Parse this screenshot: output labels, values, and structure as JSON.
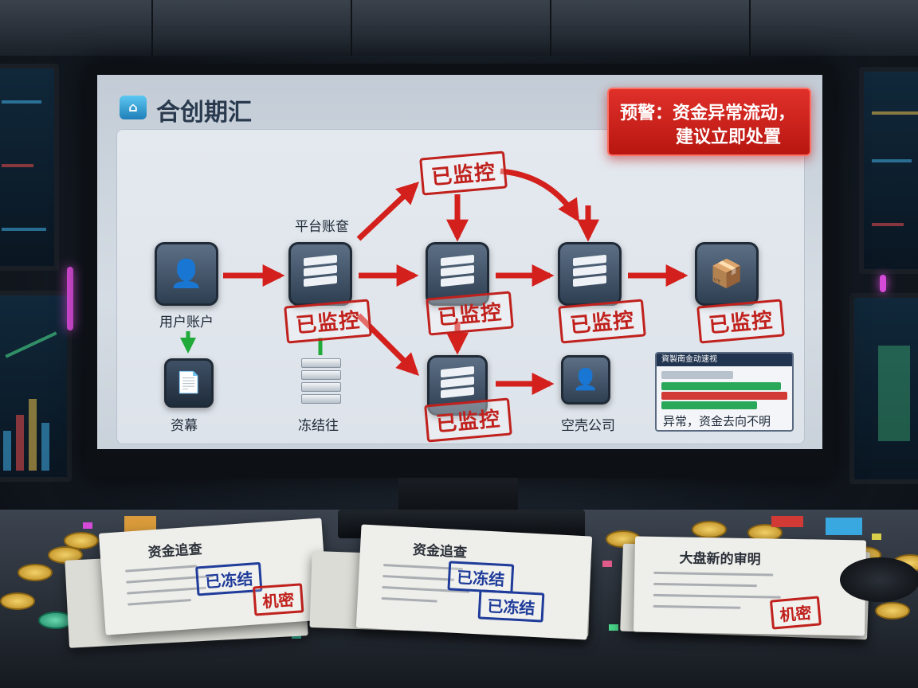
{
  "app": {
    "logo_glyph": "⌂",
    "title": "合创期汇"
  },
  "alert": {
    "line1": "预警：资金异常流动，",
    "line2": "建议立即处置",
    "color": "#d42219"
  },
  "flow": {
    "nodes": {
      "user_account": {
        "label": "用户账户",
        "icon": "user-icon"
      },
      "platform_account": {
        "label": "平台账奩",
        "icon": "server-stack-icon"
      },
      "assets_doc": {
        "label": "资幕",
        "icon": "document-icon"
      },
      "frozen": {
        "label": "冻结往",
        "icon": "stack-icon"
      },
      "shell_company": {
        "label": "空壳公司",
        "icon": "user-icon"
      }
    },
    "stamp_text": "已监控",
    "arrow_color": "#d4201c"
  },
  "mini_panel": {
    "header": "資製南金动速视",
    "footer": "异常，资金去向不明"
  },
  "desk_docs": {
    "doc1_title": "资金追查",
    "doc1_stamp1": "已冻结",
    "doc1_stamp2": "机密",
    "doc2_title": "资金追查",
    "doc2_stamp1": "已冻结",
    "doc2_stamp2": "已冻结",
    "doc3_title": "大盘新的审明",
    "doc3_stamp": "机密"
  }
}
